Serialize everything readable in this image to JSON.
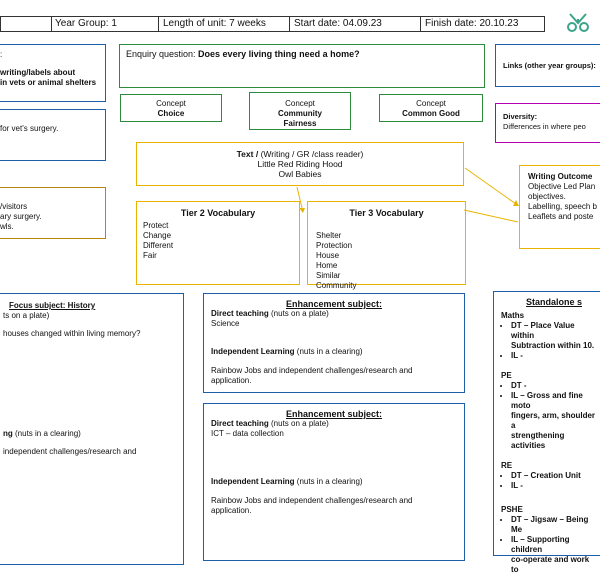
{
  "header": {
    "year_group": "Year Group: 1",
    "length": "Length of unit: 7 weeks",
    "start": "Start date: 04.09.23",
    "finish": "Finish date: 20.10.23"
  },
  "left_panel_1": {
    "colon": ":",
    "line1": "writing/labels about",
    "line2": "in vets or animal shelters"
  },
  "left_panel_2": {
    "line1": "for vet's surgery."
  },
  "left_panel_3": {
    "line1": "/visitors",
    "line2": "ary surgery.",
    "line3": "wls."
  },
  "enquiry": {
    "label": "Enquiry question: ",
    "question": "Does every living thing need a home?"
  },
  "links": {
    "label": "Links (other year groups):"
  },
  "diversity": {
    "label": "Diversity:",
    "text": "Differences in where peo"
  },
  "concepts": [
    {
      "title": "Concept",
      "value1": "Choice",
      "value2": ""
    },
    {
      "title": "Concept",
      "value1": "Community",
      "value2": "Fairness"
    },
    {
      "title": "Concept",
      "value1": "Common Good",
      "value2": ""
    }
  ],
  "text_box": {
    "heading": "Text / ",
    "heading_rest": "(Writing / GR /class reader)",
    "books": [
      "Little Red Riding Hood",
      "Owl Babies"
    ]
  },
  "tier2": {
    "title": "Tier 2 Vocabulary",
    "words": [
      "Protect",
      "Change",
      "Different",
      "Fair"
    ]
  },
  "tier3": {
    "title": "Tier 3 Vocabulary",
    "words": [
      "Shelter",
      "Protection",
      "House",
      "Home",
      "Similar",
      "Community"
    ]
  },
  "writing_outcome": {
    "title": "Writing Outcome",
    "lines": [
      "Objective Led Plan",
      "objectives.",
      "Labelling, speech b",
      "Leaflets and poste"
    ]
  },
  "focus": {
    "title": "Focus subject: History",
    "nuts_tail": "ts on a plate)",
    "houses": "houses changed within living memory?",
    "ng_label": "ng",
    "clearing": " (nuts in a clearing)",
    "rainbow": "independent challenges/research and"
  },
  "enh1": {
    "title": "Enhancement  subject:",
    "direct_label": "Direct teaching",
    "nuts": " (nuts on a plate)",
    "subject": "Science",
    "indep_label": "Independent Learning",
    "clearing": " (nuts in a clearing)",
    "rainbow1": "Rainbow Jobs and independent challenges/research and",
    "rainbow2": "application."
  },
  "enh2": {
    "title": "Enhancement  subject:",
    "direct_label": "Direct teaching",
    "nuts": " (nuts on a plate)",
    "subject": "ICT – data collection",
    "indep_label": "Independent Learning",
    "clearing": " (nuts in a clearing)",
    "rainbow1": "Rainbow Jobs and independent challenges/research and",
    "rainbow2": "application."
  },
  "standalone": {
    "title": "Standalone  s",
    "maths": "Maths",
    "maths_items": [
      "DT – Place Value within",
      "IL -"
    ],
    "maths_sub": "Subtraction within 10.",
    "pe": "PE",
    "pe_items": [
      "DT -",
      "IL – Gross and fine moto"
    ],
    "pe_sub1": "fingers, arm, shoulder a",
    "pe_sub2": "strengthening activities",
    "re": "RE",
    "re_items": [
      "DT – Creation Unit",
      "IL -"
    ],
    "pshe": "PSHE",
    "pshe_items": [
      "DT – Jigsaw – Being Me",
      "IL – Supporting children"
    ],
    "pshe_sub": "co-operate and work to"
  },
  "colors": {
    "blue": "#1f5fa8",
    "green": "#2e8b3e",
    "gold": "#e8b400",
    "purple": "#b400b4",
    "logo": "#3aa58a"
  },
  "icons": {
    "logo": "linked-rings-logo-icon"
  }
}
